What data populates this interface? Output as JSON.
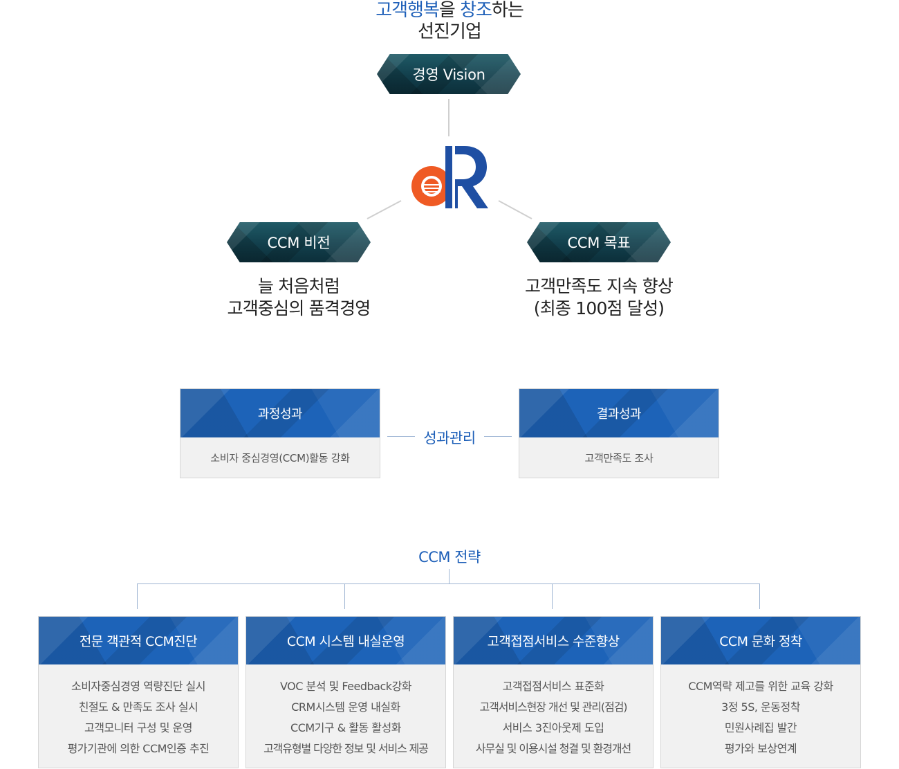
{
  "slogan": {
    "line1_part1": "고객행복",
    "line1_part2": "을 ",
    "line1_part3": "창조",
    "line1_part4": "하는",
    "line2": "선진기업"
  },
  "vision_badge": "경영 Vision",
  "logo": {
    "name": "company-logo-icon",
    "colors": {
      "orange": "#ef5a24",
      "blue": "#1f4fa3"
    }
  },
  "ccm_vision": {
    "badge": "CCM 비전",
    "line1": "늘 처음처럼",
    "line2": "고객중심의 품격경영"
  },
  "ccm_goal": {
    "badge": "CCM 목표",
    "line1": "고객만족도 지속 향상",
    "line2": "(최종 100점 달성)"
  },
  "performance": {
    "center_label": "성과관리",
    "process": {
      "title": "과정성과",
      "text": "소비자 중심경영(CCM)활동 강화"
    },
    "result": {
      "title": "결과성과",
      "text": "고객만족도 조사"
    }
  },
  "strategy": {
    "title": "CCM 전략",
    "boxes": [
      {
        "title": "전문 객관적 CCM진단",
        "items": [
          "소비자중심경영 역량진단 실시",
          "친절도 & 만족도 조사 실시",
          "고객모니터 구성 및 운영",
          "평가기관에 의한 CCM인증 추진"
        ]
      },
      {
        "title": "CCM 시스템 내실운영",
        "items": [
          "VOC 분석 및 Feedback강화",
          "CRM시스템 운영 내실화",
          "CCM기구 & 활동 활성화",
          "고객유형별 다양한 정보 및 서비스 제공"
        ]
      },
      {
        "title": "고객접점서비스 수준향상",
        "items": [
          "고객접점서비스 표준화",
          "고객서비스현장 개선 및 관리(점검)",
          "서비스 3진아웃제 도입",
          "사무실 및 이용시설 청결 및 환경개선"
        ]
      },
      {
        "title": "CCM 문화 정착",
        "items": [
          "CCM역략 제고를 위한 교육 강화",
          "3정 5S, 운동정착",
          "민원사례집 발간",
          "평가와 보상연계"
        ]
      }
    ]
  },
  "colors": {
    "accent_blue": "#1d5fb8",
    "badge_teal": "#123f4c",
    "box_blue": "#1d63b8"
  }
}
